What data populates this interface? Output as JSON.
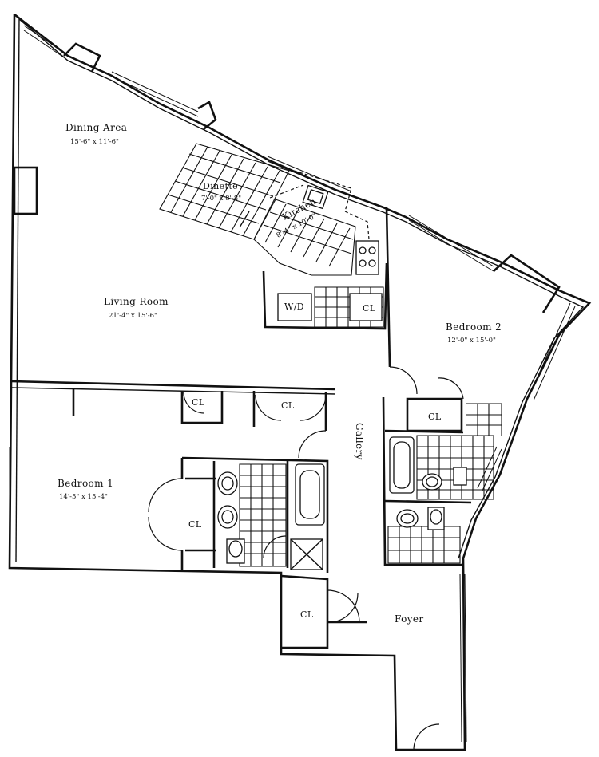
{
  "rooms": {
    "dining": {
      "name": "Dining Area",
      "dims": "15'-6\" x 11'-6\""
    },
    "dinette": {
      "name": "Dinette",
      "dims": "7'-0\" x 8'-8\""
    },
    "kitchen": {
      "name": "Kitchen",
      "dims": "8'-4\" x 10'-0\""
    },
    "living": {
      "name": "Living Room",
      "dims": "21'-4\" x 15'-6\""
    },
    "bedroom2": {
      "name": "Bedroom 2",
      "dims": "12'-0\" x 15'-0\""
    },
    "bedroom1": {
      "name": "Bedroom 1",
      "dims": "14'-5\" x 15'-4\""
    },
    "gallery": {
      "name": "Gallery"
    },
    "foyer": {
      "name": "Foyer"
    }
  },
  "closets": {
    "cl_a": "CL",
    "cl_b": "CL",
    "cl_c": "CL",
    "cl_d": "CL",
    "cl_e": "CL",
    "cl_f": "CL"
  },
  "utility": {
    "wd": "W/D"
  }
}
